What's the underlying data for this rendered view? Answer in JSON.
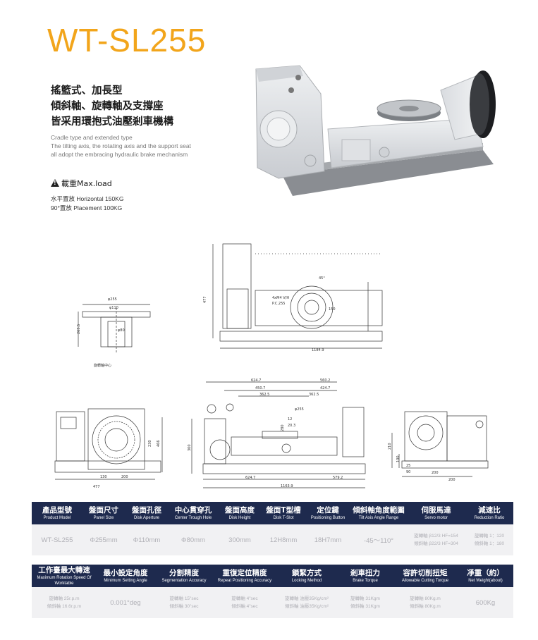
{
  "title": "WT-SL255",
  "desc_cn": [
    "搖籃式、加長型",
    "傾斜軸、旋轉軸及支撐座",
    "皆采用環抱式油壓剎車機構"
  ],
  "desc_en": [
    "Cradle type and extended type",
    "The tilting axis, the rotating axis and the support seat",
    "all adopt the embracing hydraulic brake mechanism"
  ],
  "maxload": {
    "label": "載重Max.load",
    "lines": [
      "水平置放 Horizontal  150KG",
      "90°置放  Placement  100KG"
    ]
  },
  "drawing_labels": {
    "d255": "φ255",
    "d110": "φ110",
    "d80": "φ80",
    "h265": "265.5",
    "note": "旋轉軸中心",
    "h477": "477",
    "w11849": "1184.9",
    "m4": "4xM4 V/H",
    "pcd": "P.C.255",
    "d150": "150",
    "angle": "45°",
    "w6247": "624.7",
    "w5602": "560.2",
    "w4507": "450.7",
    "w4247": "424.7",
    "w3625a": "362.5",
    "w3625b": "362.5",
    "s255": "φ255",
    "n12": "12",
    "n203": "20.3",
    "s280": "280",
    "n200": "200",
    "n300": "300",
    "w6247b": "624.7",
    "w5792": "579.2",
    "w11639": "1163.9",
    "w477": "477",
    "n130": "130",
    "n230": "230",
    "n466": "466",
    "n200b": "200",
    "n200c": "200",
    "n210": "210",
    "n100": "100",
    "n25": "25",
    "n90": "90"
  },
  "table1": {
    "headers": [
      {
        "cn": "產品型號",
        "en": "Product Model"
      },
      {
        "cn": "盤面尺寸",
        "en": "Panel Size"
      },
      {
        "cn": "盤面孔徑",
        "en": "Disk Aperture"
      },
      {
        "cn": "中心貫穿孔",
        "en": "Center Trough Hole"
      },
      {
        "cn": "盤面高度",
        "en": "Disk Height"
      },
      {
        "cn": "盤面T型槽",
        "en": "Disk T-Slot"
      },
      {
        "cn": "定位鍵",
        "en": "Positioning Button"
      },
      {
        "cn": "傾斜軸角度範圍",
        "en": "Tilt Axis Angle Range"
      },
      {
        "cn": "伺服馬達",
        "en": "Servo motor"
      },
      {
        "cn": "減速比",
        "en": "Reduction Ratio"
      }
    ],
    "row": {
      "model": "WT-SL255",
      "panel": "Φ255mm",
      "aperture": "Φ110mm",
      "center": "Φ80mm",
      "height": "300mm",
      "tslot": "12H8mm",
      "key": "18H7mm",
      "angle": "-45～110°",
      "servo": [
        "旋轉軸 β12/3 HF=154",
        "傾斜軸 β22/3 HF=304"
      ],
      "ratio": [
        "旋轉軸 1：120",
        "傾斜軸 1：180"
      ]
    }
  },
  "table2": {
    "headers": [
      {
        "cn": "工作臺最大轉速",
        "en": "Maximum Rotation Speed Of Worktable"
      },
      {
        "cn": "最小設定角度",
        "en": "Minimum Setting Angle"
      },
      {
        "cn": "分割精度",
        "en": "Segmentation Accuracy"
      },
      {
        "cn": "重復定位精度",
        "en": "Repeat Positioning Accuracy"
      },
      {
        "cn": "鎖緊方式",
        "en": "Locking Method"
      },
      {
        "cn": "剎車扭力",
        "en": "Brake Torque"
      },
      {
        "cn": "容許切削扭矩",
        "en": "Allowable Cutting Torque"
      },
      {
        "cn": "凈重（約）",
        "en": "Net Weight(about)"
      }
    ],
    "row": {
      "speed": [
        "旋轉軸 25r.p.m",
        "傾斜軸 16.6r.p.m"
      ],
      "min_angle": "0.001°deg",
      "seg": [
        "旋轉軸 15\"sec",
        "傾斜軸 30\"sec"
      ],
      "repeat": [
        "旋轉軸 4\"sec",
        "傾斜軸 4\"sec"
      ],
      "lock": [
        "旋轉軸 油壓35Kg/cm²",
        "傾斜軸 油壓35Kg/cm²"
      ],
      "brake": [
        "旋轉軸 31Kgm",
        "傾斜軸 31Kgm"
      ],
      "cut": [
        "旋轉軸 80Kg.m",
        "傾斜軸 80Kg.m"
      ],
      "weight": "600Kg"
    }
  }
}
